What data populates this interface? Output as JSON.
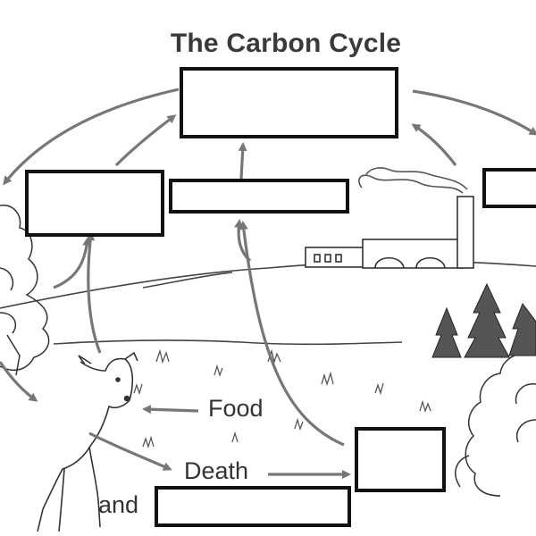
{
  "diagram": {
    "title": "The Carbon Cycle",
    "labels": {
      "food": "Food",
      "death": "Death",
      "and": "and"
    },
    "blank_boxes": [
      {
        "name": "top-center-box",
        "value": ""
      },
      {
        "name": "upper-left-box",
        "value": ""
      },
      {
        "name": "upper-middle-box",
        "value": ""
      },
      {
        "name": "upper-right-box",
        "value": ""
      },
      {
        "name": "lower-right-box",
        "value": ""
      },
      {
        "name": "bottom-box",
        "value": ""
      }
    ]
  }
}
